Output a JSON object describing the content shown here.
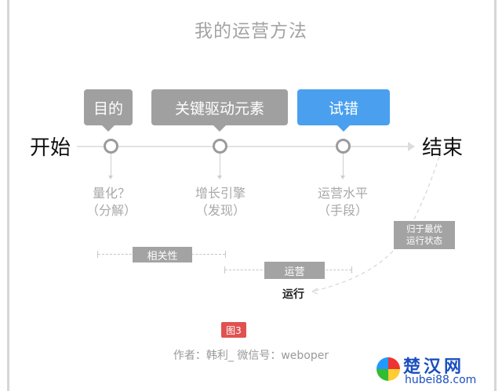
{
  "title": "我的运营方法",
  "timeline": {
    "start_label": "开始",
    "end_label": "结束",
    "stages": [
      {
        "tag": "目的",
        "tag_color": "#a0a0a0",
        "sub_line1": "量化？",
        "sub_line2": "（分解）"
      },
      {
        "tag": "关键驱动元素",
        "tag_color": "#a0a0a0",
        "sub_line1": "增长引擎",
        "sub_line2": "（发现）"
      },
      {
        "tag": "试错",
        "tag_color": "#4aa0ee",
        "sub_line1": "运营水平",
        "sub_line2": "（手段）"
      }
    ]
  },
  "ranges": {
    "correlation": "相关性",
    "operation": "运营"
  },
  "optimal_box": {
    "line1": "归于最优",
    "line2": "运行状态"
  },
  "run_label": "运行",
  "figure_badge": {
    "label": "图3",
    "color": "#e05252"
  },
  "author_line": "作者：韩利_ 微信号：weboper",
  "watermark": {
    "cn": "楚汉网",
    "en": "hubei88.com"
  }
}
